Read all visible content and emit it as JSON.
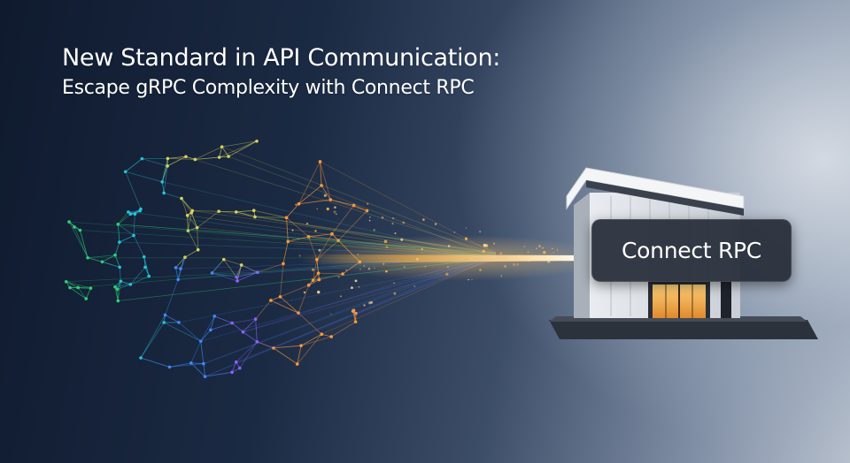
{
  "headline": {
    "title": "New Standard in API Communication:",
    "subtitle": "Escape gRPC Complexity with Connect RPC"
  },
  "building": {
    "sign_label": "Connect RPC"
  },
  "colors": {
    "network_palette": [
      "#2fd07a",
      "#27c3d9",
      "#3d8bff",
      "#8a63ff",
      "#d8d35a",
      "#ff9a3c"
    ],
    "beam": "#ffb347",
    "window_light": "#f4b35a"
  }
}
